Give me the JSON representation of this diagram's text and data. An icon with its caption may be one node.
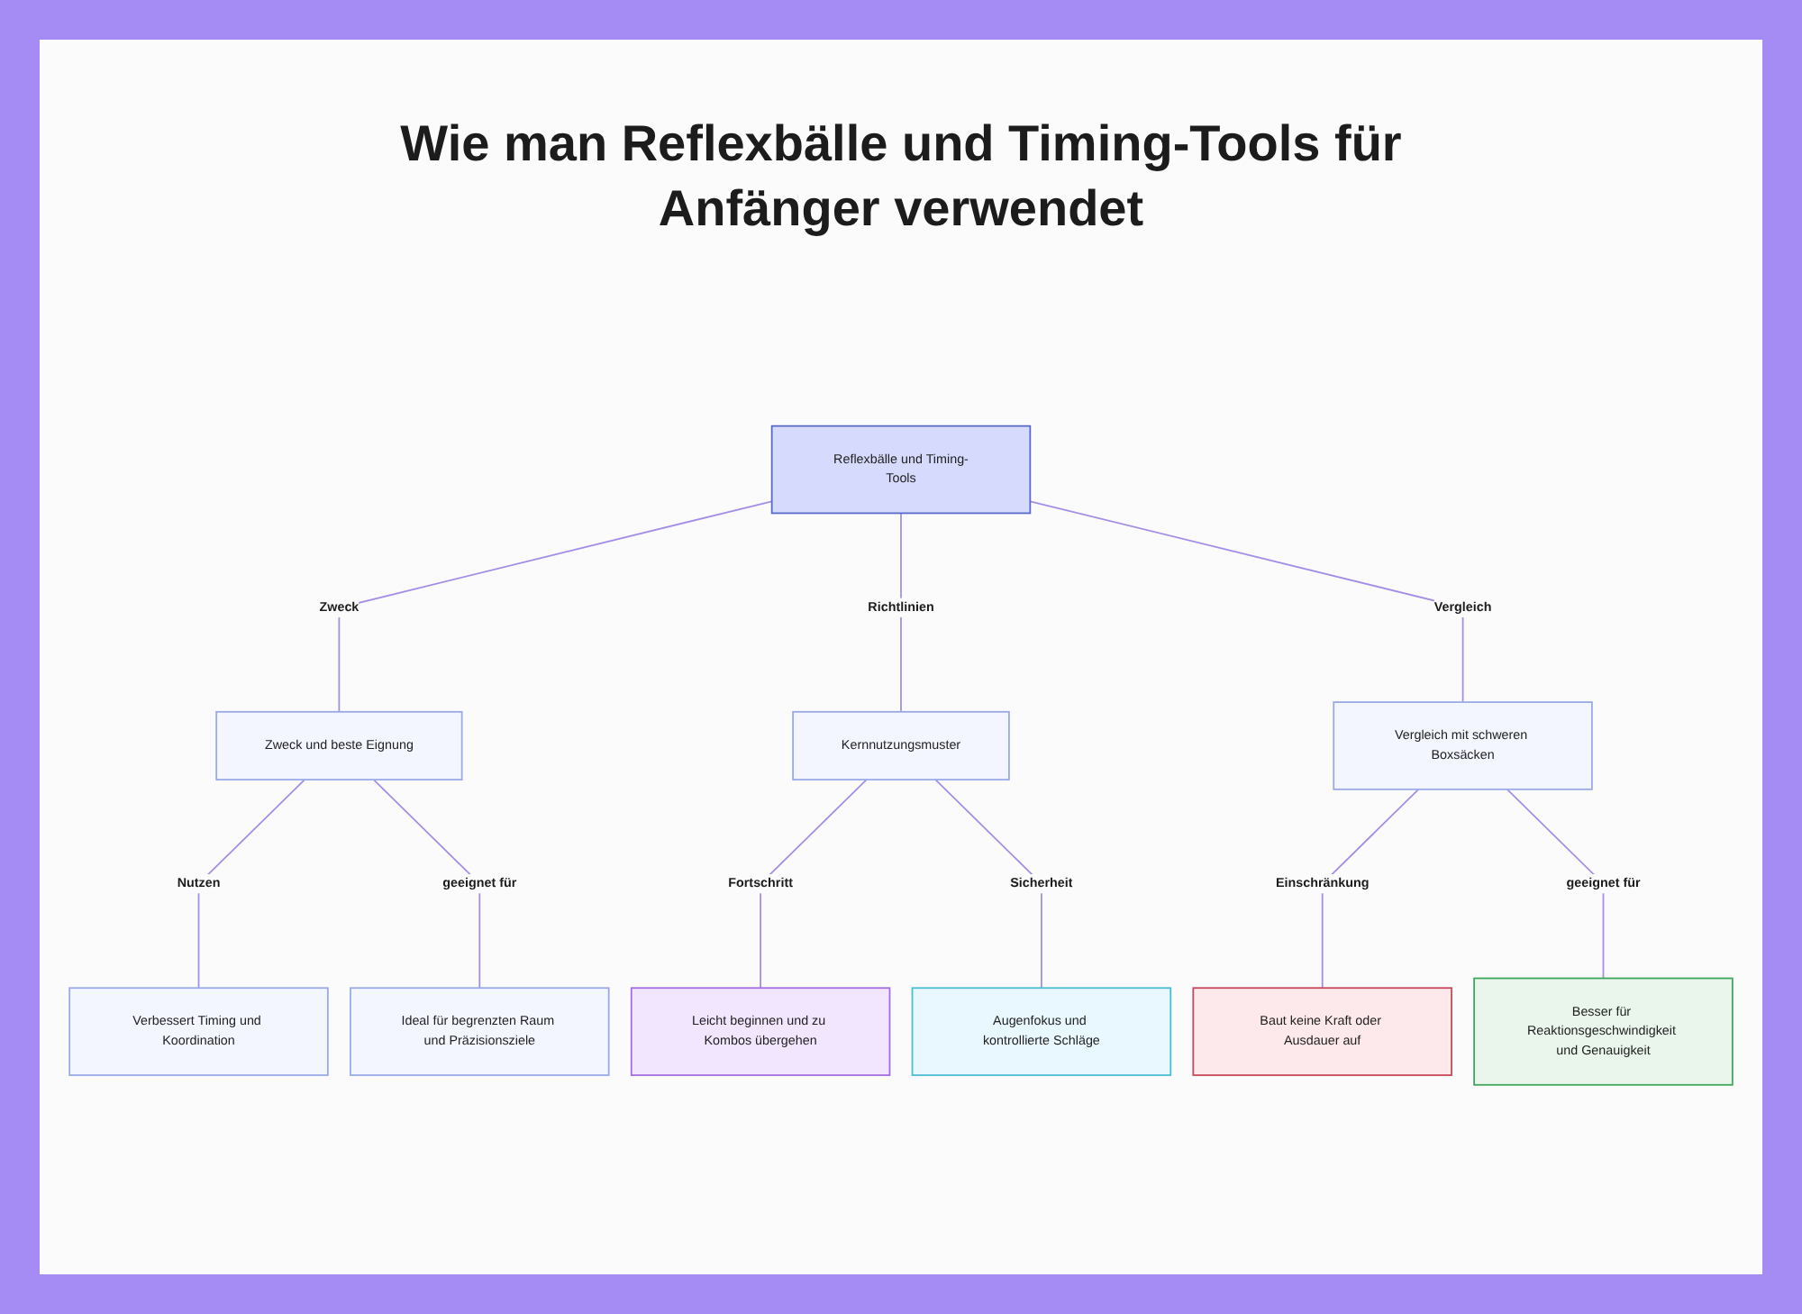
{
  "diagram": {
    "title": "Wie man Reflexbälle und Timing-Tools für Anfänger verwendet",
    "nodes": [
      {
        "text": [
          "Reflexbälle und Timing-Tools"
        ]
      },
      {
        "text": [
          "Zweck und beste Eignung"
        ]
      },
      {
        "text": [
          "Kernnutzungsmuster"
        ]
      },
      {
        "text": [
          "Vergleich mit schweren Boxsäcken"
        ]
      },
      {
        "text": [
          "Verbessert Timing und Koordination"
        ]
      },
      {
        "text": [
          "Ideal für begrenzten Raum und Präzisionsziele"
        ]
      },
      {
        "text": [
          "Leicht beginnen und zu Kombos übergehen"
        ]
      },
      {
        "text": [
          "Augenfokus und kontrollierte Schläge"
        ]
      },
      {
        "text": [
          "Baut keine Kraft oder Ausdauer auf"
        ]
      },
      {
        "text": [
          "Besser für Reaktionsgeschwindigkeit und Genauigkeit"
        ]
      }
    ],
    "edges": [
      {
        "from": 0,
        "to": 1,
        "arrow": "none",
        "label": "Zweck"
      },
      {
        "from": 0,
        "to": 2,
        "arrow": "none",
        "label": "Richtlinien"
      },
      {
        "from": 0,
        "to": 3,
        "arrow": "none",
        "label": "Vergleich"
      },
      {
        "from": 1,
        "to": 4,
        "arrow": "none",
        "label": "Nutzen"
      },
      {
        "from": 1,
        "to": 5,
        "arrow": "none",
        "label": "geeignet für"
      },
      {
        "from": 2,
        "to": 6,
        "arrow": "none",
        "label": "Fortschritt"
      },
      {
        "from": 2,
        "to": 7,
        "arrow": "none",
        "label": "Sicherheit"
      },
      {
        "from": 3,
        "to": 8,
        "arrow": "none",
        "label": "Einschränkung"
      },
      {
        "from": 3,
        "to": 9,
        "arrow": "none",
        "label": "geeignet für"
      }
    ]
  }
}
